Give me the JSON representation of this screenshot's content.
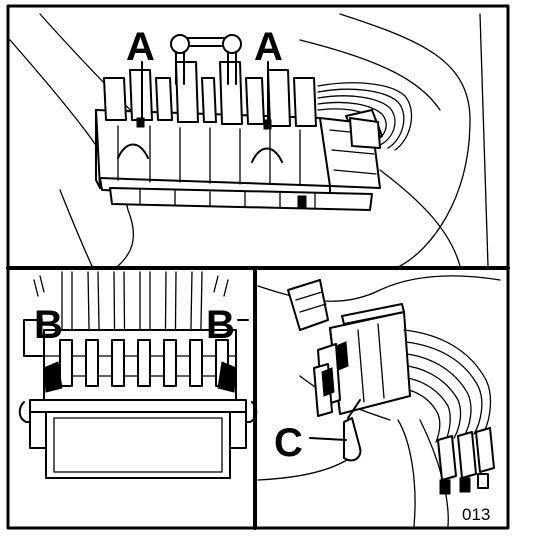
{
  "panels": {
    "top": {
      "callouts": [
        "A",
        "A"
      ]
    },
    "bottom_left": {
      "callouts": [
        "B",
        "B"
      ]
    },
    "bottom_right": {
      "callouts": [
        "C"
      ],
      "figure_ref": "013"
    }
  }
}
